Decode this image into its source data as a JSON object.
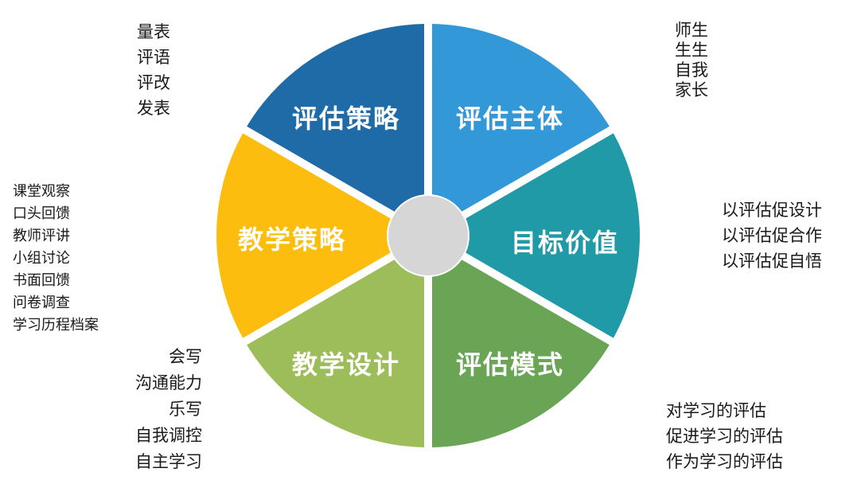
{
  "segments": [
    {
      "label": "评估策略",
      "color": "#1f6ba8"
    },
    {
      "label": "评估主体",
      "color": "#3398d8"
    },
    {
      "label": "目标价值",
      "color": "#1f9aa6"
    },
    {
      "label": "评估模式",
      "color": "#6aa556"
    },
    {
      "label": "教学设计",
      "color": "#9cbd59"
    },
    {
      "label": "教学策略",
      "color": "#fdbd0f"
    }
  ],
  "center_color": "#d6d6d6",
  "lists": {
    "top_left": [
      "量表",
      "评语",
      "评改",
      "发表"
    ],
    "top_right": [
      "师生",
      "生生",
      "自我",
      "家长"
    ],
    "left": [
      "课堂观察",
      "口头回馈",
      "教师评讲",
      "小组讨论",
      "书面回馈",
      "问卷调查",
      "学习历程档案"
    ],
    "right": [
      "以评估促设计",
      "以评估促合作",
      "以评估促自悟"
    ],
    "bottom_left": [
      "会写",
      "沟通能力",
      "乐写",
      "自我调控",
      "自主学习"
    ],
    "bottom_right": [
      "对学习的评估",
      "促进学习的评估",
      "作为学习的评估"
    ]
  }
}
